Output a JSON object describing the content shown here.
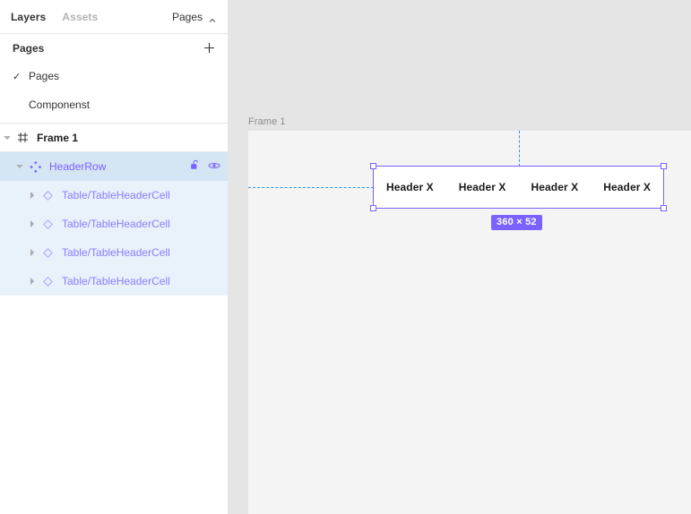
{
  "panel": {
    "tabs": [
      {
        "label": "Layers",
        "active": true,
        "name": "tab-layers"
      },
      {
        "label": "Assets",
        "active": false,
        "name": "tab-assets"
      }
    ],
    "pages_toggle": {
      "label": "Pages",
      "icon": "chevron-up-icon"
    },
    "pages_section": {
      "title": "Pages",
      "add_icon": "plus-icon",
      "items": [
        {
          "label": "Pages",
          "checked": true,
          "check_glyph": "✓"
        },
        {
          "label": "Componenst",
          "checked": false,
          "check_glyph": ""
        }
      ]
    },
    "layers": [
      {
        "label": "Frame 1",
        "icon": "frame-hash-icon",
        "type": "frame",
        "indent": 1,
        "caret": "down",
        "selected": false
      },
      {
        "label": "HeaderRow",
        "icon": "component-set-icon",
        "type": "component",
        "indent": 2,
        "caret": "down",
        "selected": true,
        "actions": [
          "unlock-icon",
          "eye-icon"
        ]
      },
      {
        "label": "Table/TableHeaderCell",
        "icon": "instance-diamond-icon",
        "type": "instance",
        "indent": 3,
        "caret": "right",
        "selected": false,
        "child_selected": true
      },
      {
        "label": "Table/TableHeaderCell",
        "icon": "instance-diamond-icon",
        "type": "instance",
        "indent": 3,
        "caret": "right",
        "selected": false,
        "child_selected": true
      },
      {
        "label": "Table/TableHeaderCell",
        "icon": "instance-diamond-icon",
        "type": "instance",
        "indent": 3,
        "caret": "right",
        "selected": false,
        "child_selected": true
      },
      {
        "label": "Table/TableHeaderCell",
        "icon": "instance-diamond-icon",
        "type": "instance",
        "indent": 3,
        "caret": "right",
        "selected": false,
        "child_selected": true
      }
    ]
  },
  "canvas": {
    "frame_label": "Frame 1",
    "selection": {
      "size_badge": "360 × 52",
      "cells": [
        {
          "label": "Header X"
        },
        {
          "label": "Header X"
        },
        {
          "label": "Header X"
        },
        {
          "label": "Header X"
        }
      ]
    }
  },
  "colors": {
    "accent_purple": "#7b61ff",
    "instance_purple": "#8b7cff",
    "guide_blue": "#2196f3",
    "selected_row": "#d5e5f4",
    "child_selected_row": "#e9f1fb",
    "canvas_bg": "#e5e5e5",
    "frame_bg": "#f4f4f4"
  }
}
